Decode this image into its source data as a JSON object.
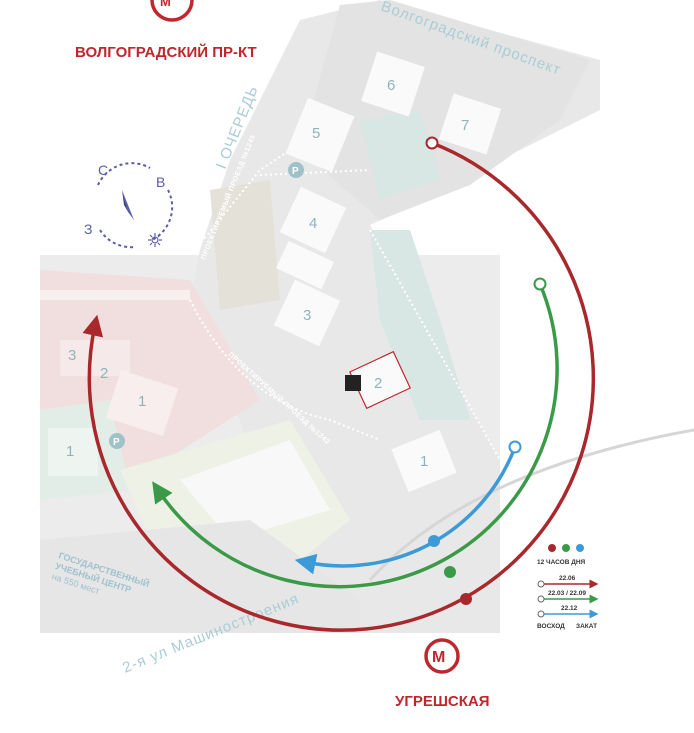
{
  "metro": {
    "top": {
      "label": "ВОЛГОГРАДСКИЙ ПР-КТ",
      "icon": "metro-icon"
    },
    "bottom": {
      "label": "УГРЕШСКАЯ",
      "icon": "metro-icon"
    }
  },
  "streets": {
    "volgogradsky": "Волгоградский проспект",
    "mashinostroeniya": "2-я ул Машиностроения",
    "proezd_1245": "ПРОЕКТИРУЕМЫЙ ПРОЕЗД №1245",
    "proezd_1242": "ПРОЕКТИРУЕМЫЙ ПРОЕЗД №1242"
  },
  "phase_label": "I ОЧЕРЕДЬ",
  "buildings": [
    "1",
    "2",
    "3",
    "4",
    "5",
    "6",
    "7"
  ],
  "neighbor_buildings": [
    "3",
    "2",
    "1",
    "1"
  ],
  "parking": "P",
  "school": {
    "line1": "ГОСУДАРСТВЕННЫЙ",
    "line2": "УЧЕБНЫЙ ЦЕНТР",
    "line3": "на 550 мест"
  },
  "compass": {
    "n": "С",
    "e": "В",
    "w": "З"
  },
  "legend": {
    "title": "12 ЧАСОВ ДНЯ",
    "rows": [
      {
        "date": "22.06",
        "color": "#a8282c"
      },
      {
        "date": "22.03 / 22.09",
        "color": "#3a9a48"
      },
      {
        "date": "22.12",
        "color": "#3c9ad6"
      }
    ],
    "sunrise": "ВОСХОД",
    "sunset": "ЗАКАТ"
  },
  "colors": {
    "summer": "#a8282c",
    "equinox": "#3a9a48",
    "winter": "#3c9ad6",
    "metro": "#c0272d"
  }
}
